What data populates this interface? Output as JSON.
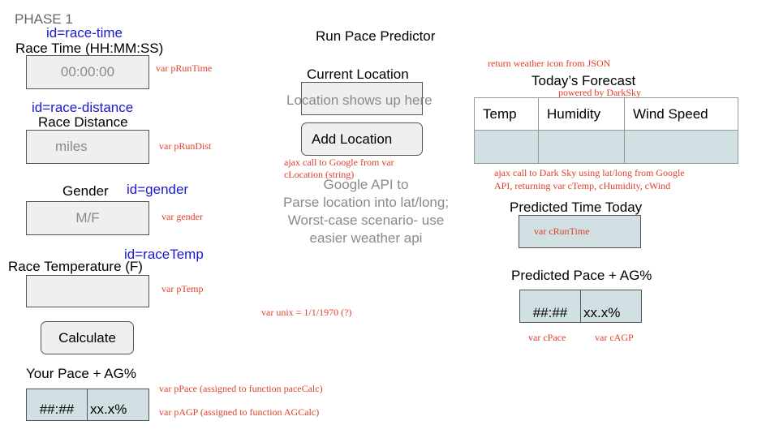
{
  "phase": "PHASE 1",
  "title": "Run Pace Predictor",
  "left": {
    "race_time": {
      "id_note": "id=race-time",
      "label": "Race Time (HH:MM:SS)",
      "placeholder": "00:00:00",
      "var_note": "var pRunTime"
    },
    "race_distance": {
      "id_note": "id=race-distance",
      "label": "Race Distance",
      "placeholder": "miles",
      "var_note": "var pRunDist"
    },
    "gender": {
      "id_note": "id=gender",
      "label": "Gender",
      "placeholder": "M/F",
      "var_note": "var gender"
    },
    "race_temp": {
      "id_note": "id=raceTemp",
      "label": "Race Temperature (F)",
      "placeholder": "",
      "var_note": "var pTemp"
    },
    "calculate_label": "Calculate",
    "your_pace": {
      "label": "Your Pace + AG%",
      "pace": "##:##",
      "agp": "xx.x%",
      "pace_note": "var pPace (assigned to function paceCalc)",
      "agp_note": "var pAGP (assigned to function AGCalc)"
    }
  },
  "middle": {
    "location_label": "Current Location",
    "location_placeholder": "Location shows up here",
    "add_location_label": "Add Location",
    "ajax_note_1": "ajax call to Google from var",
    "ajax_note_2": "cLocation (string)",
    "google_note": [
      "Google API to",
      "Parse location into lat/long;",
      "Worst-case scenario- use",
      "easier weather api"
    ],
    "unix_note": "var unix = 1/1/1970 (?)"
  },
  "right": {
    "icon_note": "return weather icon from JSON",
    "forecast_title": "Today’s Forecast",
    "powered_by": "powered by DarkSky",
    "columns": [
      "Temp",
      "Humidity",
      "Wind Speed"
    ],
    "darksky_note_1": "ajax call to Dark Sky using lat/long from Google",
    "darksky_note_2": "API, returning var cTemp, cHumidity, cWind",
    "predicted_time_label": "Predicted Time Today",
    "predicted_time_var": "var cRunTime",
    "predicted_pace_label": "Predicted Pace + AG%",
    "predicted_pace": "##:##",
    "predicted_agp": "xx.x%",
    "cpace_note": "var cPace",
    "cagp_note": "var cAGP"
  }
}
